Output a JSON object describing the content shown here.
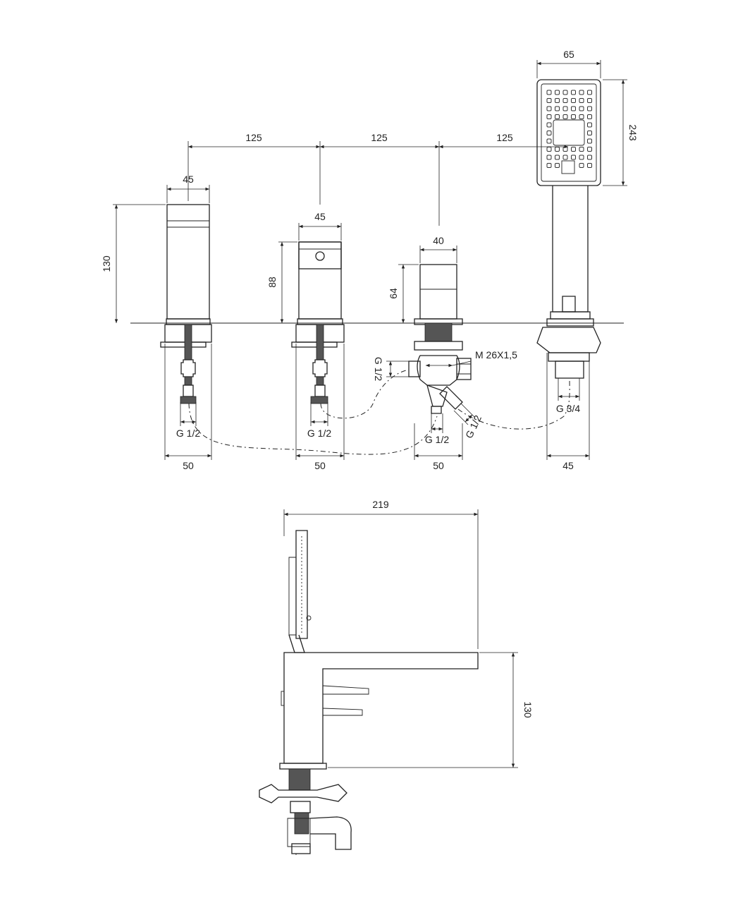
{
  "dimensions": {
    "spacing_1": "125",
    "spacing_2": "125",
    "spacing_3": "125",
    "width_spout": "45",
    "width_valve": "45",
    "width_diverter": "40",
    "width_handshower": "65",
    "height_spout": "130",
    "height_valve": "88",
    "height_diverter": "64",
    "height_handshower": "243",
    "base_spout": "50",
    "base_valve": "50",
    "base_diverter": "50",
    "base_handshower": "45",
    "side_length": "219",
    "side_height": "130"
  },
  "threads": {
    "spout_conn": "G 1/2",
    "valve_conn": "G 1/2",
    "diverter_left": "G 1/2",
    "diverter_bottom": "G 1/2",
    "diverter_angled": "G 1/2",
    "diverter_nut": "M 26X1,5",
    "handshower_conn": "G 3/4"
  }
}
